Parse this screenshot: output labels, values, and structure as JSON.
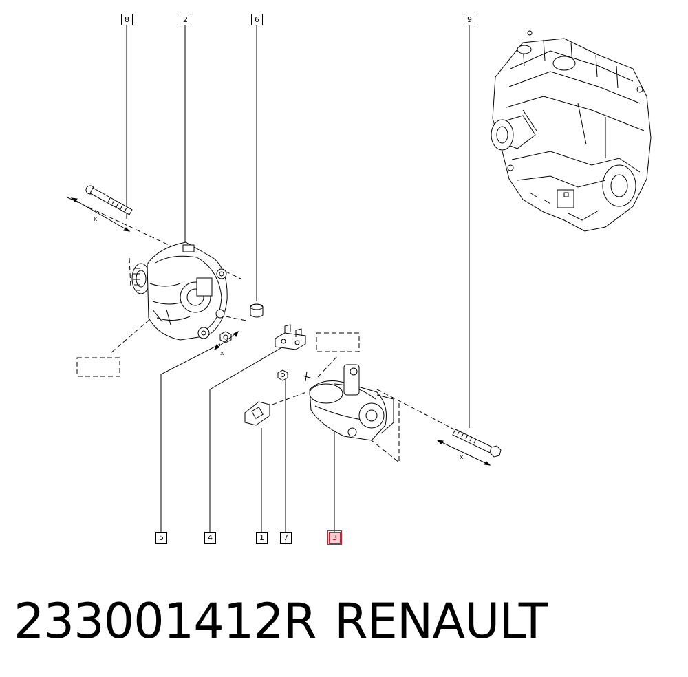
{
  "callouts": {
    "c1": "1",
    "c2": "2",
    "c3": "3",
    "c4": "4",
    "c5": "5",
    "c6": "6",
    "c7": "7",
    "c8": "8",
    "c9": "9"
  },
  "dimension_marks": {
    "bolt_8": "x",
    "bolt_9": "x",
    "nut_5": "x"
  },
  "caption": {
    "part_number": "233001412R",
    "brand": "RENAULT"
  },
  "colors": {
    "highlight": "#d21e2b",
    "line": "#000000"
  }
}
